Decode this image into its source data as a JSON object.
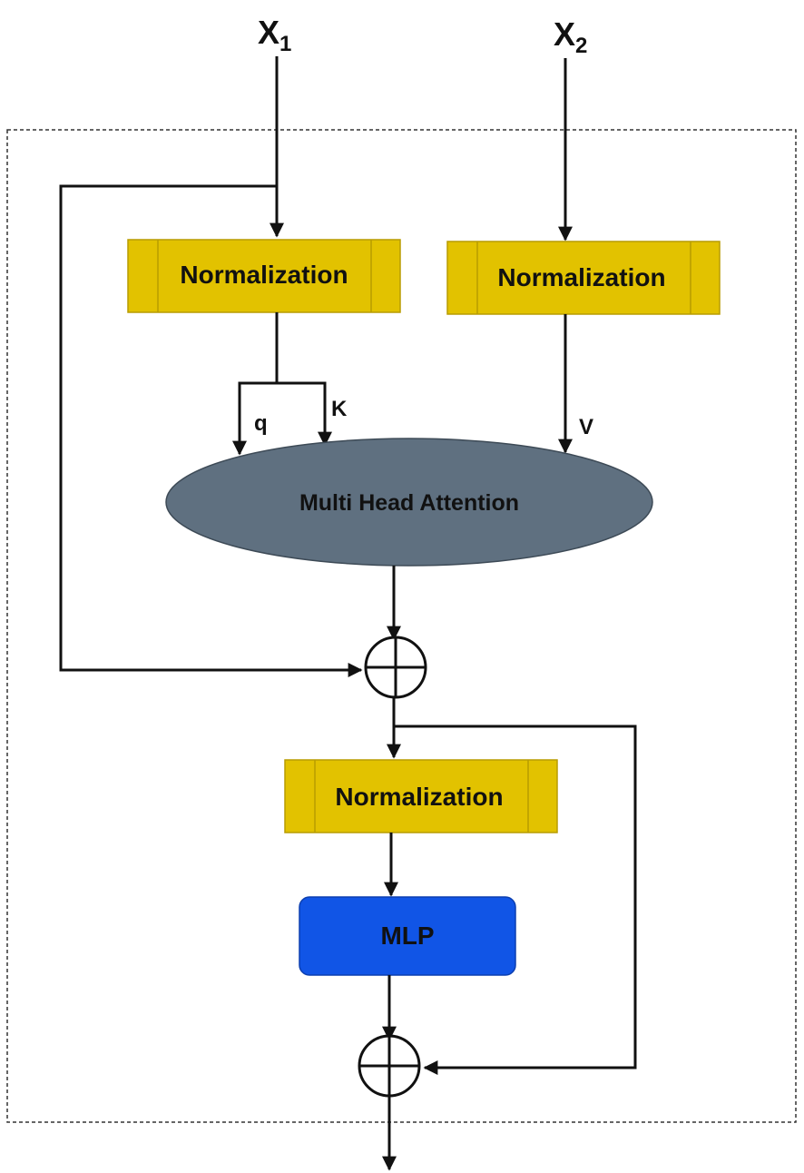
{
  "inputs": {
    "x1": {
      "base": "X",
      "sub": "1"
    },
    "x2": {
      "base": "X",
      "sub": "2"
    }
  },
  "norm1": {
    "label": "Normalization"
  },
  "norm2": {
    "label": "Normalization"
  },
  "norm3": {
    "label": "Normalization"
  },
  "attention": {
    "label": "Multi Head Attention"
  },
  "mlp": {
    "label": "MLP"
  },
  "edge_labels": {
    "q": "q",
    "k": "K",
    "v": "V"
  },
  "colors": {
    "normalization_fill": "#e2c200",
    "normalization_stroke": "#b89c00",
    "attention_fill": "#5f7080",
    "mlp_fill": "#1155e6",
    "line": "#111111"
  }
}
